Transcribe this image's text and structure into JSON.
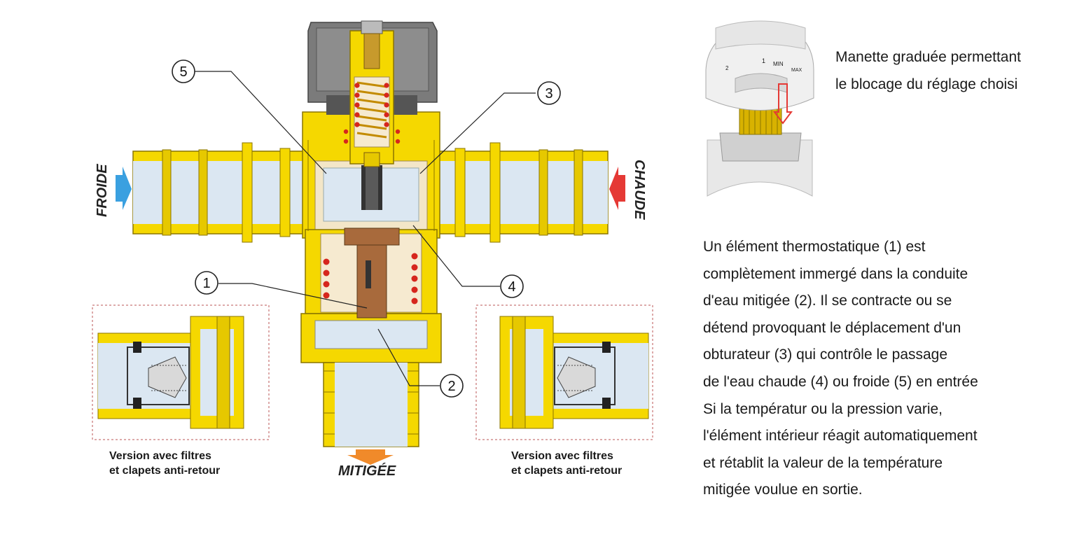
{
  "labels": {
    "froide": "FROIDE",
    "chaude": "CHAUDE",
    "mitigee": "MITIGÉE"
  },
  "callouts": [
    "1",
    "2",
    "3",
    "4",
    "5"
  ],
  "captions": {
    "left": [
      "Version avec filtres",
      "et clapets anti-retour"
    ],
    "right": [
      "Version avec filtres",
      "et clapets anti-retour"
    ]
  },
  "knob": {
    "scale": [
      "1",
      "MIN",
      "MAX",
      "2"
    ],
    "description": [
      "Manette graduée permettant",
      "le blocage du réglage choisi"
    ]
  },
  "explanation": [
    "Un élément thermostatique (1) est",
    "complètement immergé dans la conduite",
    "d'eau mitigée (2). Il se contracte ou se",
    "détend provoquant le déplacement d'un",
    "obturateur (3) qui contrôle le passage",
    "de l'eau chaude (4) ou froide (5) en entrée",
    "Si la températur ou la pression varie,",
    "l'élément intérieur réagit automatiquement",
    "et rétablit la valeur de la température",
    "mitigée voulue en sortie."
  ],
  "colors": {
    "brass": "#f5d800",
    "brass_dark": "#c9a800",
    "water": "#dbe7f2",
    "cold_arrow": "#3aa0e0",
    "hot_arrow": "#e53935",
    "out_arrow": "#f08a2a",
    "element": "#a86a3c",
    "spring": "#d6261d",
    "cap": "#7b7b7b"
  }
}
